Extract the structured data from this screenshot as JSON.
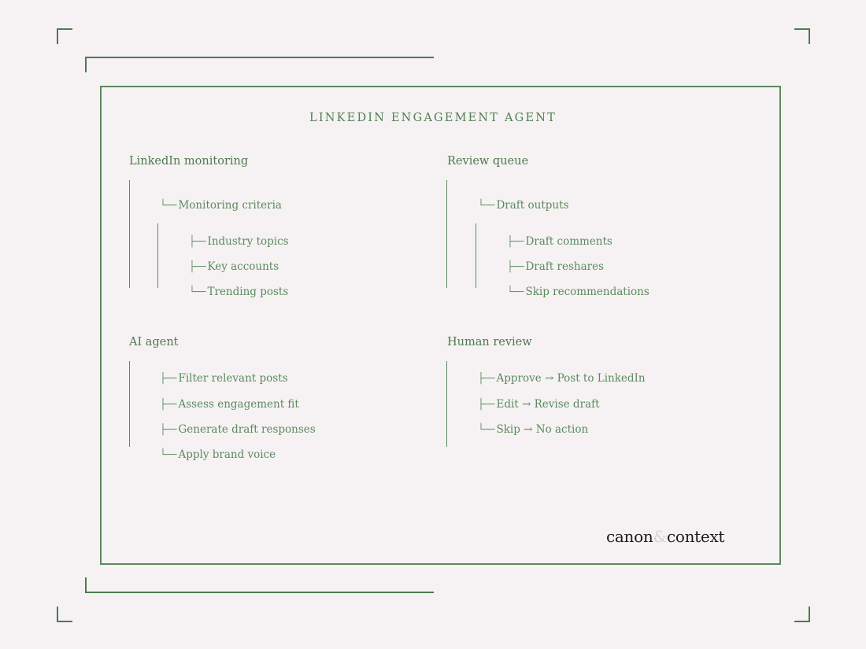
{
  "title": "LINKEDIN ENGAGEMENT AGENT",
  "sections": {
    "monitoring": {
      "heading": "LinkedIn monitoring",
      "parent": {
        "glyph": "└──",
        "label": "Monitoring criteria"
      },
      "children": [
        {
          "glyph": "├──",
          "label": "Industry topics"
        },
        {
          "glyph": "├──",
          "label": "Key accounts"
        },
        {
          "glyph": "└──",
          "label": "Trending posts"
        }
      ]
    },
    "review_queue": {
      "heading": "Review queue",
      "parent": {
        "glyph": "└──",
        "label": "Draft outputs"
      },
      "children": [
        {
          "glyph": "├──",
          "label": "Draft comments"
        },
        {
          "glyph": "├──",
          "label": "Draft reshares"
        },
        {
          "glyph": "└──",
          "label": "Skip recommendations"
        }
      ]
    },
    "ai_agent": {
      "heading": "AI agent",
      "children": [
        {
          "glyph": "├──",
          "label": "Filter relevant posts"
        },
        {
          "glyph": "├──",
          "label": "Assess engagement fit"
        },
        {
          "glyph": "├──",
          "label": "Generate draft responses"
        },
        {
          "glyph": "└──",
          "label": "Apply brand voice"
        }
      ]
    },
    "human_review": {
      "heading": "Human review",
      "children": [
        {
          "glyph": "├──",
          "label": "Approve → Post to LinkedIn"
        },
        {
          "glyph": "├──",
          "label": "Edit → Revise draft"
        },
        {
          "glyph": "└──",
          "label": "Skip → No action"
        }
      ]
    }
  },
  "logo": {
    "part1": "canon",
    "amp": "&",
    "part2": "context"
  },
  "colors": {
    "accent": "#4c7a4d",
    "background": "#f6f2f4",
    "logo_text": "#1a1a1a"
  }
}
